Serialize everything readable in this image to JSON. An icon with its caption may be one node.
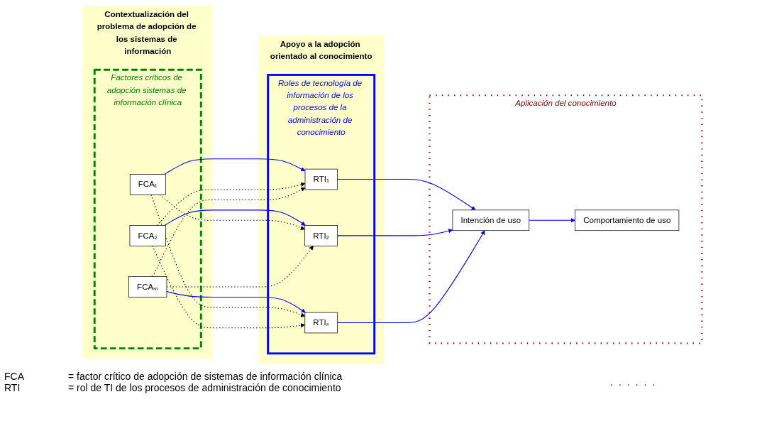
{
  "diagram": {
    "nodes": [
      {
        "text": [
          "Contextualización del problema de adopción de los sistemas de información"
        ]
      },
      {
        "text": [
          "Factores críticos de adopción sistemas de información clínica"
        ],
        "in": 0
      },
      {
        "text": [
          "FCA₁"
        ],
        "in": 1
      },
      {
        "text": [
          "FCA₂"
        ],
        "in": 1
      },
      {
        "text": [
          "FCAₘ"
        ],
        "in": 1
      },
      {
        "text": [
          "Apoyo a la adopción orientado al conocimiento"
        ]
      },
      {
        "text": [
          "Roles de tecnología de información de los procesos de la administración de conocimiento"
        ],
        "in": 5
      },
      {
        "text": [
          "RTI₁"
        ],
        "in": 6
      },
      {
        "text": [
          "RTI₂"
        ],
        "in": 6
      },
      {
        "text": [
          "RTIₙ"
        ],
        "in": 6
      },
      {
        "text": [
          "Aplicación del conocimiento"
        ]
      },
      {
        "text": [
          "Intención de uso"
        ],
        "in": 10
      },
      {
        "text": [
          "Comportamiento de uso"
        ],
        "in": 10
      }
    ],
    "edges": [
      {
        "from": 2,
        "to": 7,
        "arrow": "to"
      },
      {
        "from": 3,
        "to": 8,
        "arrow": "to"
      },
      {
        "from": 4,
        "to": 9,
        "arrow": "to"
      },
      {
        "from": 2,
        "to": 8,
        "arrow": "to",
        "style": "dashed",
        "color": "#000000"
      },
      {
        "from": 2,
        "to": 9,
        "arrow": "to",
        "style": "dashed",
        "color": "#000000"
      },
      {
        "from": 3,
        "to": 7,
        "arrow": "to",
        "style": "dashed",
        "color": "#000000"
      },
      {
        "from": 3,
        "to": 9,
        "arrow": "to",
        "style": "dashed",
        "color": "#000000"
      },
      {
        "from": 4,
        "to": 7,
        "arrow": "to",
        "style": "dashed",
        "color": "#000000"
      },
      {
        "from": 4,
        "to": 8,
        "arrow": "to",
        "style": "dashed",
        "color": "#000000"
      },
      {
        "from": 7,
        "to": 11,
        "arrow": "to"
      },
      {
        "from": 8,
        "to": 11,
        "arrow": "to"
      },
      {
        "from": 9,
        "to": 11,
        "arrow": "to"
      },
      {
        "from": 11,
        "to": 12,
        "arrow": "to"
      }
    ],
    "labels": [
      ".",
      ".",
      ".",
      ".",
      ".",
      ".",
      "FCA",
      "= factor crítico de adopción de sistemas de información clínica",
      "RTI",
      "= rol de TI de los procesos de administración de conocimiento"
    ]
  }
}
